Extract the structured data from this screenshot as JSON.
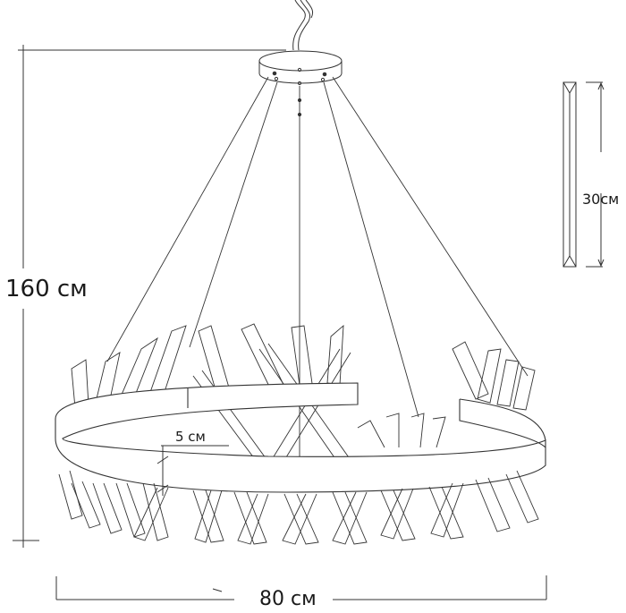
{
  "diagram": {
    "subject": "Crystal ring pendant chandelier dimension drawing",
    "labels": {
      "total_height": "160 см",
      "crystal_rod_length": "30см",
      "ring_band_height": "5 см",
      "ring_diameter": "80 см"
    },
    "colors": {
      "line": "#333333",
      "background": "#ffffff",
      "text": "#1a1a1a"
    }
  }
}
